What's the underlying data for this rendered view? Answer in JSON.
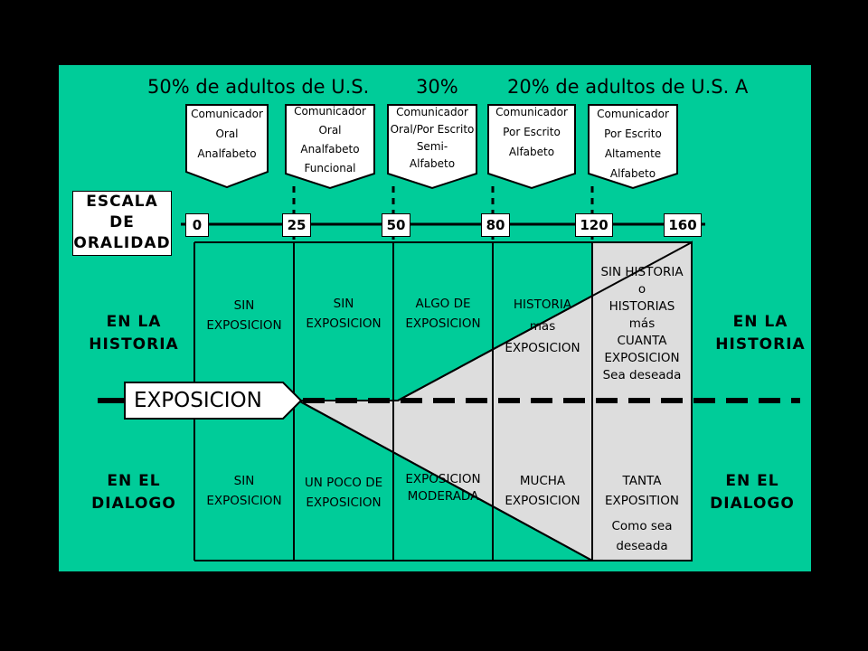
{
  "header": {
    "left": "50% de adultos  de U.S.",
    "middle": "30%",
    "right": "20% de adultos de U.S. A"
  },
  "communicators": [
    {
      "lines": [
        "Comunicador",
        "Oral",
        "Analfabeto"
      ]
    },
    {
      "lines": [
        "Comunicador",
        "Oral",
        "Analfabeto",
        "Funcional"
      ]
    },
    {
      "lines": [
        "Comunicador",
        "Oral/Por Escrito",
        "Semi-",
        "Alfabeto"
      ]
    },
    {
      "lines": [
        "Comunicador",
        "Por Escrito",
        "Alfabeto"
      ]
    },
    {
      "lines": [
        "Comunicador",
        "Por Escrito",
        "Altamente",
        "Alfabeto"
      ]
    }
  ],
  "scale": {
    "title_lines": [
      "ESCALA",
      "DE",
      "ORALIDAD"
    ],
    "ticks": [
      "0",
      "25",
      "50",
      "80",
      "120",
      "160"
    ]
  },
  "side_labels": {
    "history_left": [
      "EN LA",
      "HISTORIA"
    ],
    "history_right": [
      "EN LA",
      "HISTORIA"
    ],
    "dialog_left": [
      "EN EL",
      "DIALOGO"
    ],
    "dialog_right": [
      "EN EL",
      "DIALOGO"
    ]
  },
  "exposure_label": "EXPOSICION",
  "history_cells": [
    {
      "lines": [
        "SIN",
        "EXPOSICION"
      ]
    },
    {
      "lines": [
        "SIN",
        "EXPOSICION"
      ]
    },
    {
      "lines": [
        "ALGO DE",
        "EXPOSICION"
      ]
    },
    {
      "lines": [
        "HISTORIA",
        "más",
        "EXPOSICION"
      ]
    },
    {
      "lines": [
        "SIN HISTORIA",
        "o",
        "HISTORIAS",
        "más",
        "CUANTA",
        "EXPOSICION",
        "Sea deseada"
      ]
    }
  ],
  "dialog_cells": [
    {
      "lines": [
        "SIN",
        "EXPOSICION"
      ]
    },
    {
      "lines": [
        "UN POCO DE",
        "EXPOSICION"
      ]
    },
    {
      "lines": [
        "EXPOSICION",
        "MODERADA"
      ]
    },
    {
      "lines": [
        "MUCHA",
        "EXPOSICION"
      ]
    },
    {
      "lines": [
        "TANTA",
        "EXPOSITION",
        "",
        "Como sea",
        "deseada"
      ]
    }
  ],
  "colors": {
    "panel": "#00CC99",
    "wedge": "#DDDDDD",
    "background": "#000000",
    "box": "#FFFFFF"
  }
}
